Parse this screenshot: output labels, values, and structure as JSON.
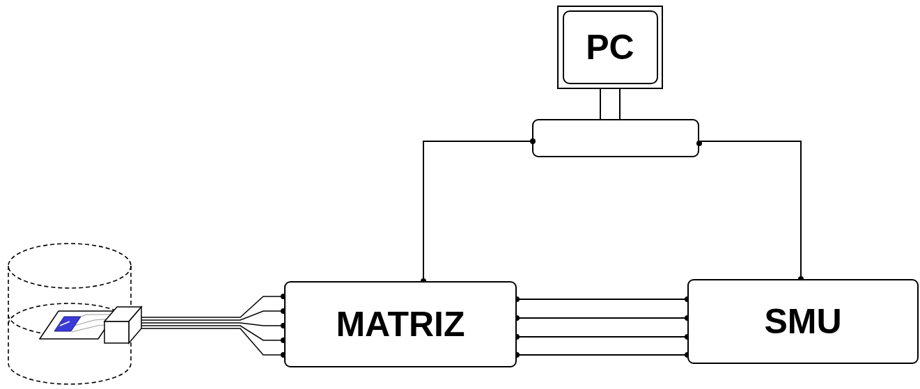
{
  "diagram": {
    "nodes": [
      {
        "text": [
          "PC"
        ]
      },
      {
        "text": [
          "MATRIZ"
        ]
      },
      {
        "text": [
          "SMU"
        ]
      }
    ],
    "edges": [
      {
        "from": 1,
        "to": 0,
        "arrow": "none"
      },
      {
        "from": 2,
        "to": 0,
        "arrow": "none"
      },
      {
        "from": 1,
        "to": 2,
        "arrow": "none"
      },
      {
        "from": 1,
        "to": 2,
        "arrow": "none"
      },
      {
        "from": 1,
        "to": 2,
        "arrow": "none"
      },
      {
        "from": 1,
        "to": 2,
        "arrow": "none"
      }
    ]
  }
}
